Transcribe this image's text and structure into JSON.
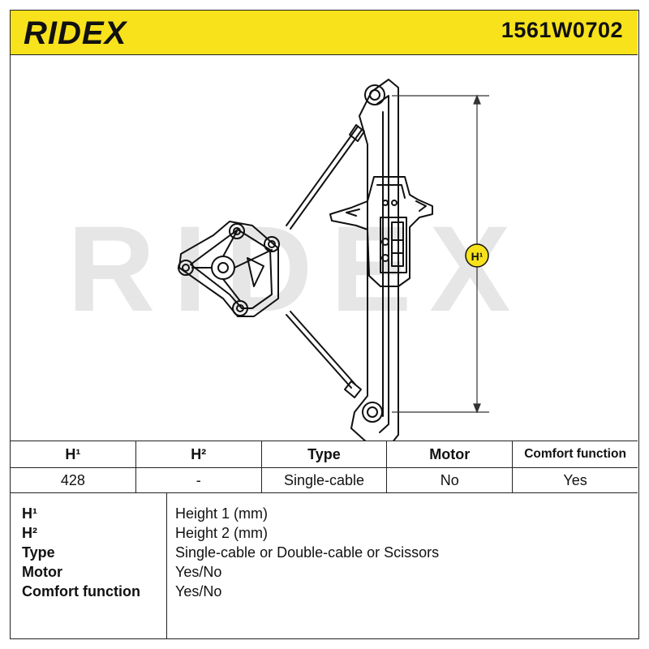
{
  "header": {
    "brand": "RIDEX",
    "part_number": "1561W0702"
  },
  "drawing": {
    "watermark": "RIDEX",
    "dimension_label": "H¹"
  },
  "spec_table": {
    "headers": [
      "H¹",
      "H²",
      "Type",
      "Motor",
      "Comfort function"
    ],
    "values": [
      "428",
      "-",
      "Single-cable",
      "No",
      "Yes"
    ]
  },
  "legend": {
    "keys": [
      "H¹",
      "H²",
      "Type",
      "Motor",
      "Comfort function"
    ],
    "values": [
      "Height 1 (mm)",
      "Height 2 (mm)",
      "Single-cable or Double-cable or Scissors",
      "Yes/No",
      "Yes/No"
    ]
  },
  "colors": {
    "header_bg": "#f7e21b",
    "border": "#222222",
    "watermark": "#e6e6e6",
    "dimension_badge": "#f7e21b"
  },
  "icons": [
    "ridex-logo",
    "window-regulator-drawing",
    "dimension-arrow-icon"
  ]
}
